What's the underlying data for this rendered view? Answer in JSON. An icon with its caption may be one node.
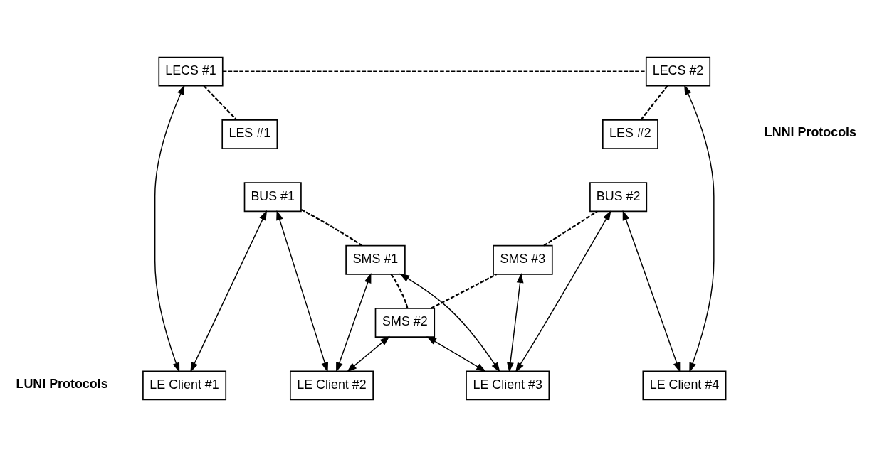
{
  "diagram": {
    "nodes": [
      {
        "text": [
          "LECS #1"
        ]
      },
      {
        "text": [
          "LECS #2"
        ]
      },
      {
        "text": [
          "LES #1"
        ]
      },
      {
        "text": [
          "BUS #1"
        ]
      },
      {
        "text": [
          "LES #2"
        ]
      },
      {
        "text": [
          "BUS #2"
        ]
      },
      {
        "text": [
          "SMS #1"
        ]
      },
      {
        "text": [
          "SMS #2"
        ]
      },
      {
        "text": [
          "SMS #3"
        ]
      },
      {
        "text": [
          "LE Client #1"
        ]
      },
      {
        "text": [
          "LE Client #2"
        ]
      },
      {
        "text": [
          "LE Client #3"
        ]
      },
      {
        "text": [
          "LE Client #4"
        ]
      }
    ],
    "edges": [
      {
        "from": 0,
        "to": 1,
        "arrow": "none",
        "style": "dashed"
      },
      {
        "from": 0,
        "to": 2,
        "arrow": "none",
        "style": "dashed"
      },
      {
        "from": 1,
        "to": 4,
        "arrow": "none",
        "style": "dashed"
      },
      {
        "from": 3,
        "to": 6,
        "arrow": "none",
        "style": "dashed"
      },
      {
        "from": 6,
        "to": 7,
        "arrow": "none",
        "style": "dashed"
      },
      {
        "from": 7,
        "to": 8,
        "arrow": "none",
        "style": "dashed"
      },
      {
        "from": 8,
        "to": 5,
        "arrow": "none",
        "style": "dashed"
      },
      {
        "from": 9,
        "to": 0,
        "arrow": "both"
      },
      {
        "from": 12,
        "to": 1,
        "arrow": "both"
      },
      {
        "from": 9,
        "to": 3,
        "arrow": "both"
      },
      {
        "from": 10,
        "to": 3,
        "arrow": "both"
      },
      {
        "from": 6,
        "to": 10,
        "arrow": "both"
      },
      {
        "from": 6,
        "to": 11,
        "arrow": "both"
      },
      {
        "from": 10,
        "to": 7,
        "arrow": "both"
      },
      {
        "from": 7,
        "to": 11,
        "arrow": "both"
      },
      {
        "from": 8,
        "to": 11,
        "arrow": "both"
      },
      {
        "from": 11,
        "to": 5,
        "arrow": "both"
      },
      {
        "from": 12,
        "to": 5,
        "arrow": "both"
      }
    ],
    "labels": [
      "LNNI Protocols",
      "LUNI Protocols"
    ]
  }
}
